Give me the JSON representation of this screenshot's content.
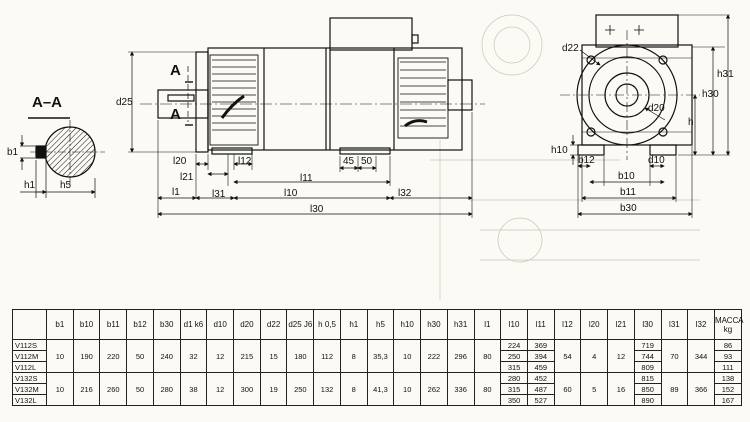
{
  "drawing": {
    "section_label": "A–A",
    "section_marks": [
      "A",
      "A"
    ],
    "side_view_labels": [
      "b1",
      "h1",
      "h5"
    ],
    "front_view_labels": [
      "d25",
      "l20",
      "l21",
      "l12",
      "l1",
      "l31",
      "l11",
      "l10",
      "l30",
      "l32",
      "45",
      "50"
    ],
    "end_view_labels": [
      "d22",
      "d20",
      "h30",
      "h31",
      "h",
      "h10",
      "b12",
      "d10",
      "b10",
      "b11",
      "b30"
    ]
  },
  "table": {
    "headers": [
      "",
      "b1",
      "b10",
      "b11",
      "b12",
      "b30",
      "d1 k6",
      "d10",
      "d20",
      "d22",
      "d25 J6",
      "h 0,5",
      "h1",
      "h5",
      "h10",
      "h30",
      "h31",
      "l1",
      "l10",
      "l11",
      "l12",
      "l20",
      "l21",
      "l30",
      "l31",
      "l32",
      "МАССА kg"
    ],
    "groups": [
      {
        "models": [
          "V112S",
          "V112M",
          "V112L"
        ],
        "common": [
          "10",
          "190",
          "220",
          "50",
          "240",
          "32",
          "12",
          "215",
          "15",
          "180",
          "112",
          "8",
          "35,3",
          "10",
          "222",
          "296",
          "80"
        ],
        "l10": [
          "224",
          "250",
          "315"
        ],
        "l11": [
          "369",
          "394",
          "459"
        ],
        "common2": [
          "54",
          "4",
          "12"
        ],
        "l30": [
          "719",
          "744",
          "809"
        ],
        "common3": [
          "70",
          "344"
        ],
        "mass": [
          "86",
          "93",
          "111"
        ]
      },
      {
        "models": [
          "V132S",
          "V132M",
          "V132L"
        ],
        "common": [
          "10",
          "216",
          "260",
          "50",
          "280",
          "38",
          "12",
          "300",
          "19",
          "250",
          "132",
          "8",
          "41,3",
          "10",
          "262",
          "336",
          "80"
        ],
        "l10": [
          "280",
          "315",
          "350"
        ],
        "l11": [
          "452",
          "487",
          "527"
        ],
        "common2": [
          "60",
          "5",
          "16"
        ],
        "l30": [
          "815",
          "850",
          "890"
        ],
        "common3": [
          "89",
          "366"
        ],
        "mass": [
          "138",
          "152",
          "167"
        ]
      }
    ]
  }
}
